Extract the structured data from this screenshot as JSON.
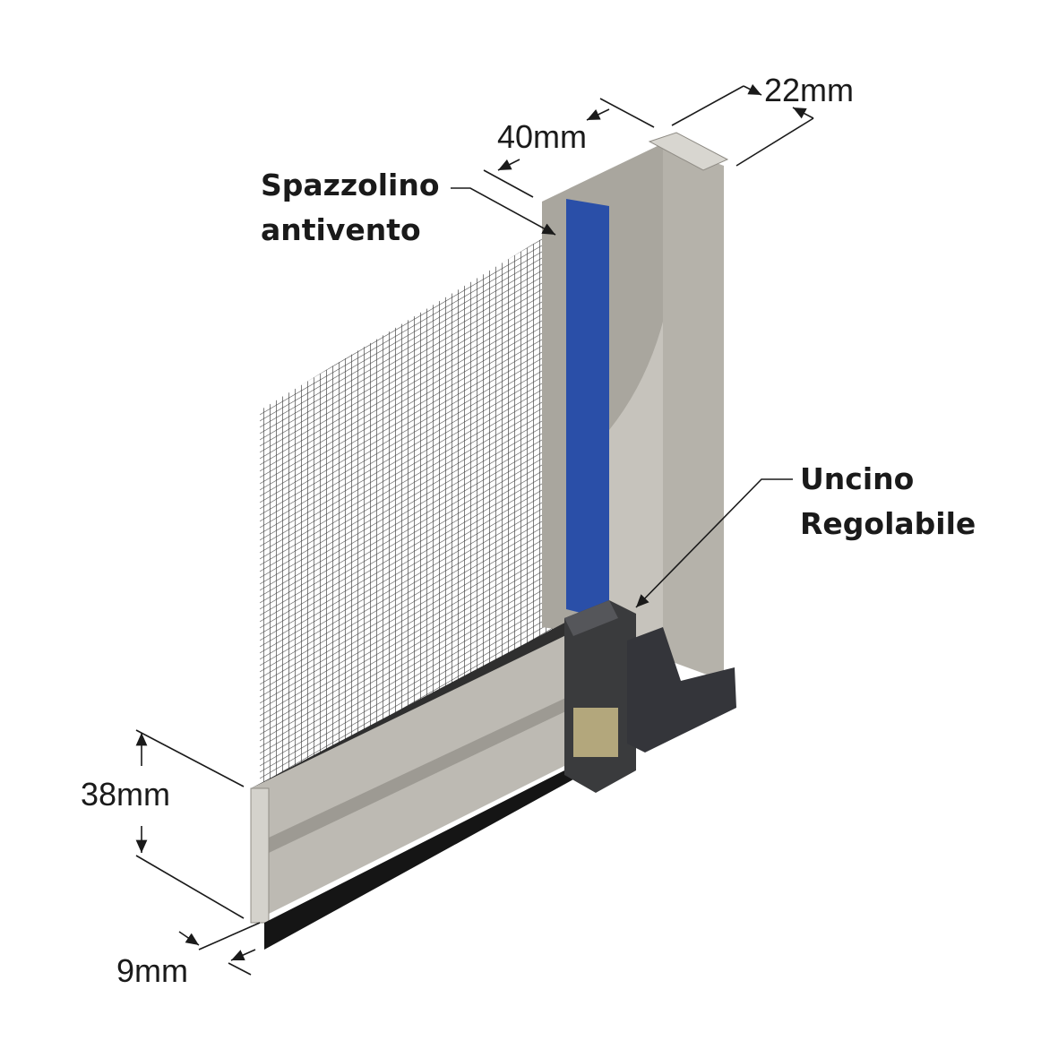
{
  "dimensions": {
    "depth": "22mm",
    "width": "40mm",
    "rail_height": "38mm",
    "brush_width": "9mm"
  },
  "callouts": {
    "brush_line1": "Spazzolino",
    "brush_line2": "antivento",
    "hook_line1": "Uncino",
    "hook_line2": "Regolabile"
  },
  "colors": {
    "profile": "#b9b6ae",
    "profile_light": "#cfccc5",
    "brush": "#2a4fa8",
    "hook": "#3a3b3d",
    "mesh": "#2c2c2c"
  }
}
